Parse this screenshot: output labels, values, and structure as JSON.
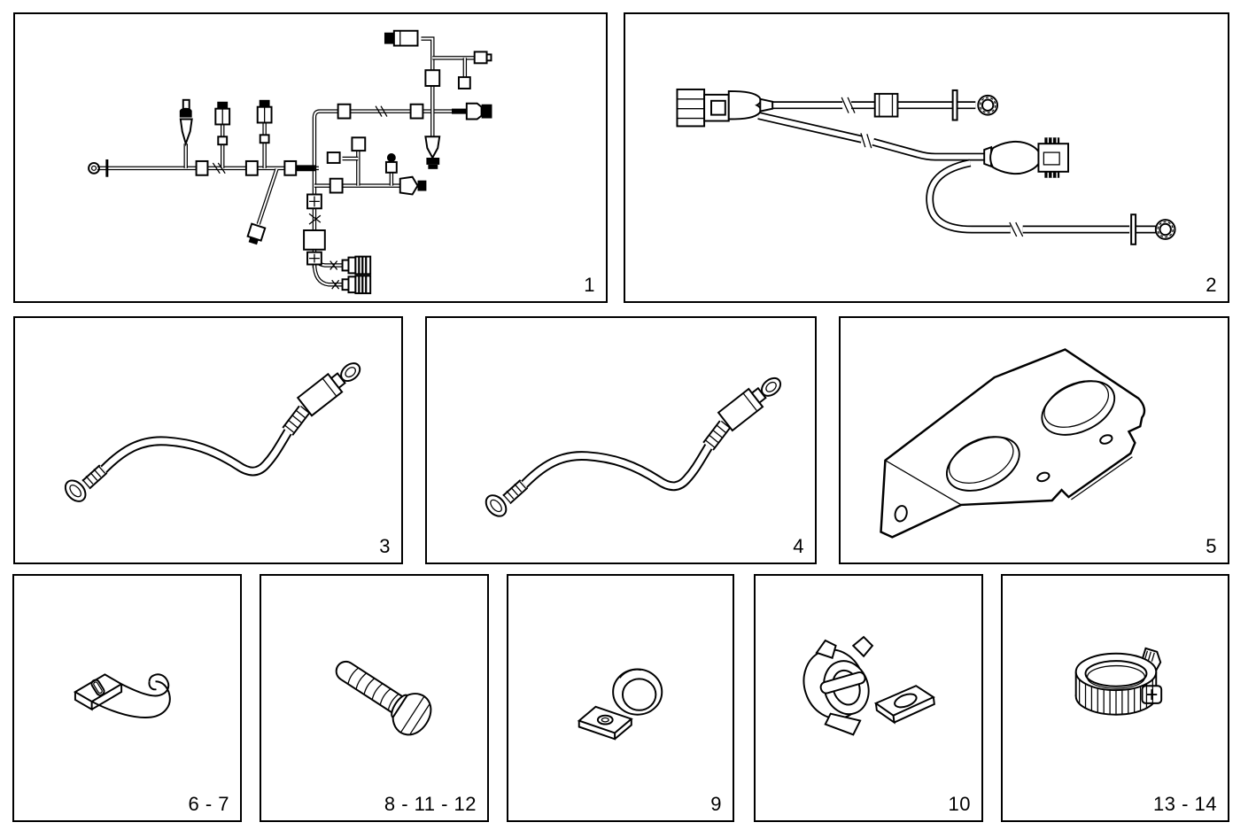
{
  "page": {
    "background": "#ffffff",
    "line_color": "#000000"
  },
  "panels": [
    {
      "label": "1",
      "part": "engine-wiring-harness"
    },
    {
      "label": "2",
      "part": "cable-assembly-connector-ring-terminals"
    },
    {
      "label": "3",
      "part": "battery-cable-ring-terminals"
    },
    {
      "label": "4",
      "part": "battery-cable-ring-terminals"
    },
    {
      "label": "5",
      "part": "mounting-bracket-two-holes"
    },
    {
      "label": "6 - 7",
      "part": "hook-clip"
    },
    {
      "label": "8 - 11 - 12",
      "part": "hex-bolt"
    },
    {
      "label": "9",
      "part": "p-clamp"
    },
    {
      "label": "10",
      "part": "cable-holder-clip"
    },
    {
      "label": "13 - 14",
      "part": "ribbed-clamp-collar"
    }
  ]
}
